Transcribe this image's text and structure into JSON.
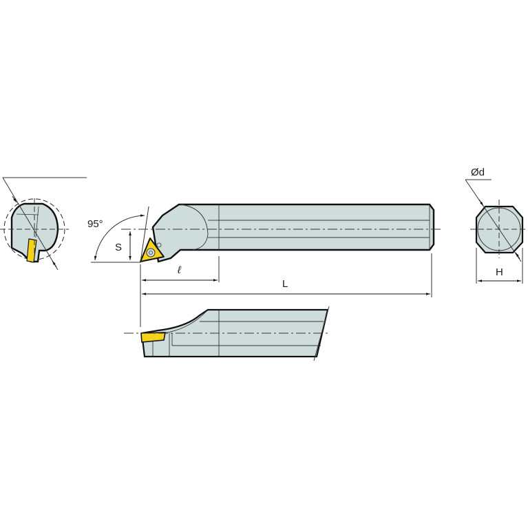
{
  "diagram": {
    "title": "Boring bar with insert - dimensional drawing",
    "colors": {
      "body": "#cfdcdc",
      "insert": "#f5d21c",
      "outline": "#111111",
      "thin_line": "#333333"
    },
    "labels": {
      "angle": "95°",
      "offset": "S",
      "head_length": "ℓ",
      "overall_length": "L",
      "diameter": "Ød",
      "height": "H"
    }
  }
}
